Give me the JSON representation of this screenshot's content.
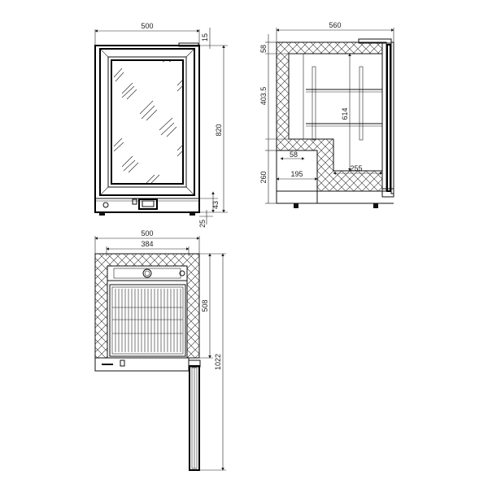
{
  "drawing": {
    "type": "technical-drawing",
    "subject": "under-counter glass-door refrigerator",
    "colors": {
      "line": "#111111",
      "background": "#ffffff",
      "hatch": "#333333"
    },
    "front_view": {
      "width_label": "500",
      "top_hinge_label": "15",
      "height_label": "820",
      "base_label": "43",
      "feet_label": "25"
    },
    "side_view": {
      "depth_label": "560",
      "top_insulation_label": "58",
      "upper_section_label": "403.5",
      "inner_height_label": "614",
      "compressor_height_label": "260",
      "step_label": "58",
      "compressor_depth_label": "195",
      "inner_step_label": "255"
    },
    "top_view": {
      "width_label": "500",
      "inner_width_label": "384",
      "inner_depth_label": "508",
      "door_open_depth_label": "1022"
    }
  }
}
